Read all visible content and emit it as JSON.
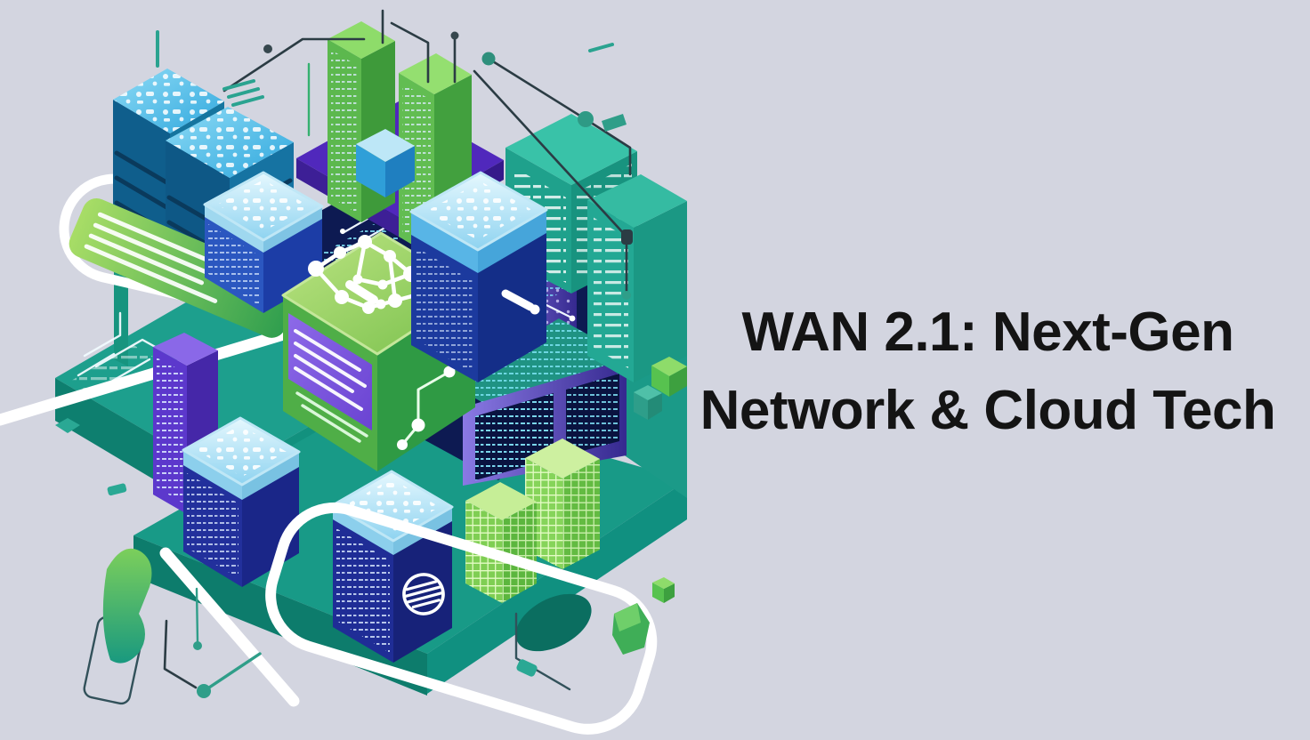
{
  "banner": {
    "title_line1": "WAN 2.1: Next-Gen",
    "title_line2": "Network & Cloud Tech",
    "text_color": "#141414",
    "background_color": "#d3d5e0"
  },
  "illustration": {
    "alt": "Isometric cloud and network infrastructure artwork",
    "palette": {
      "teal_platform": "#17988a",
      "teal_dark": "#0d7c6c",
      "navy_cube": "#1c2f96",
      "navy_dark": "#121f6e",
      "cyan_top": "#49c0e8",
      "glossy_cap": "#cdeefb",
      "green_bright": "#7ed957",
      "green_cube_top": "#a6d872",
      "green_face": "#4caf50",
      "purple_panel": "#6b45d5",
      "indigo_deep": "#35298f",
      "white_line": "#ffffff",
      "wire_dark": "#2b3c44",
      "wire_teal": "#2f9e89"
    }
  }
}
